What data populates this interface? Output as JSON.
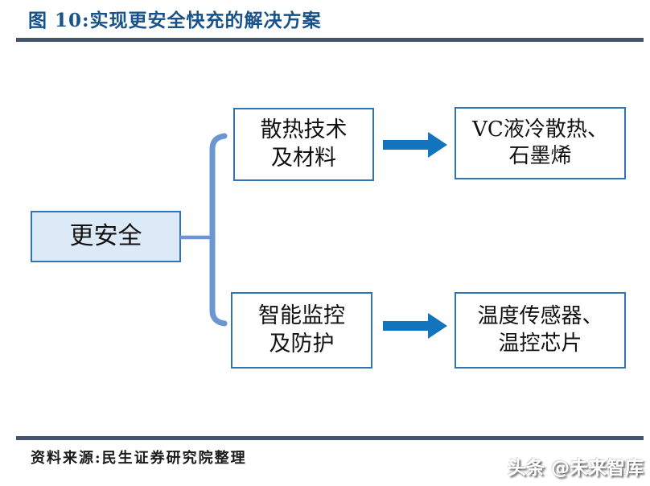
{
  "header": {
    "title": "图 10:实现更安全快充的解决方案"
  },
  "colors": {
    "title_blue": "#17538A",
    "rule_slate": "#44546A",
    "box_border_blue": "#2E75B6",
    "root_fill_light_blue": "#DCE9F7",
    "connector_blue": "#6C96D2",
    "arrow_blue": "#1274BD"
  },
  "diagram": {
    "root": {
      "label": "更安全"
    },
    "branches": [
      {
        "category": "散热技术\n及材料",
        "result": "VC液冷散热、\n石墨烯"
      },
      {
        "category": "智能监控\n及防护",
        "result": "温度传感器、\n温控芯片"
      }
    ]
  },
  "footer": {
    "source": "资料来源:民生证券研究院整理",
    "watermark": "头条 @未来智库"
  }
}
